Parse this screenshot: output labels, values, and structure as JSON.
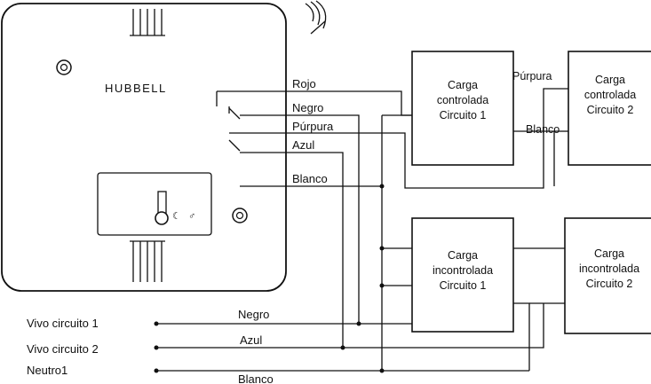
{
  "brand": "HUBBELL",
  "wire_labels": {
    "rojo": "Rojo",
    "negro": "Negro",
    "purpura": "Púrpura",
    "azul": "Azul",
    "blanco": "Blanco",
    "purpura_right": "Púrpura",
    "blanco_right": "Blanco"
  },
  "supply": {
    "vivo1": "Vivo circuito 1",
    "vivo2": "Vivo circuito 2",
    "neutro": "Neutro1",
    "negro": "Negro",
    "azul": "Azul",
    "blanco": "Blanco"
  },
  "loads": [
    {
      "l1": "Carga",
      "l2": "controlada",
      "l3": "Circuito 1"
    },
    {
      "l1": "Carga",
      "l2": "controlada",
      "l3": "Circuito 2"
    },
    {
      "l1": "Carga",
      "l2": "incontrolada",
      "l3": "Circuito 1"
    },
    {
      "l1": "Carga",
      "l2": "incontrolada",
      "l3": "Circuito 2"
    }
  ]
}
